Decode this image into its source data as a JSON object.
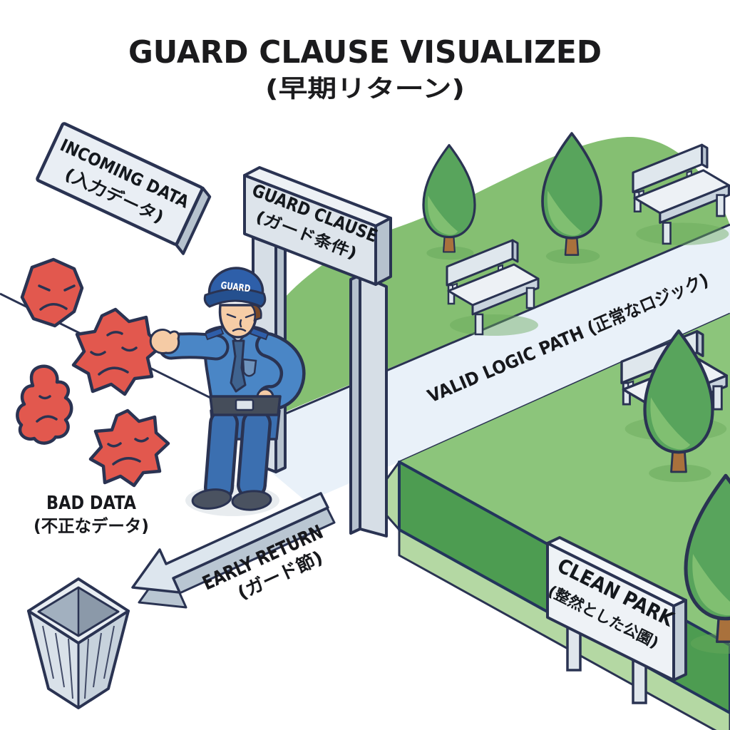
{
  "title": {
    "main": "GUARD CLAUSE VISUALIZED",
    "subtitle": "(早期リターン)"
  },
  "signs": {
    "incoming_data": {
      "en": "INCOMING DATA",
      "jp": "(入力データ)"
    },
    "guard_clause_gate": {
      "en": "GUARD CLAUSE",
      "jp": "(ガード条件)"
    },
    "clean_park": {
      "en": "CLEAN PARK",
      "jp": "(整然とした公園)"
    }
  },
  "labels": {
    "valid_logic_path": "VALID LOGIC PATH (正常なロジック)",
    "bad_data_en": "BAD DATA",
    "bad_data_jp": "(不正なデータ)",
    "early_return_en": "EARLY RETURN",
    "early_return_jp": "(ガード節)",
    "guard_cap_badge": "GUARD"
  },
  "colors": {
    "outline_navy": "#2a3352",
    "grass_green": "#85bf72",
    "platform_green_front": "#4d9c51",
    "platform_skirt_green": "#b4d8a3",
    "path_blue": "#e9f1f9",
    "bad_data_red": "#e2584e",
    "uniform_blue": "#4a86c6",
    "sign_gray": "#e9eef4",
    "title_ink": "#1b1b1d"
  }
}
